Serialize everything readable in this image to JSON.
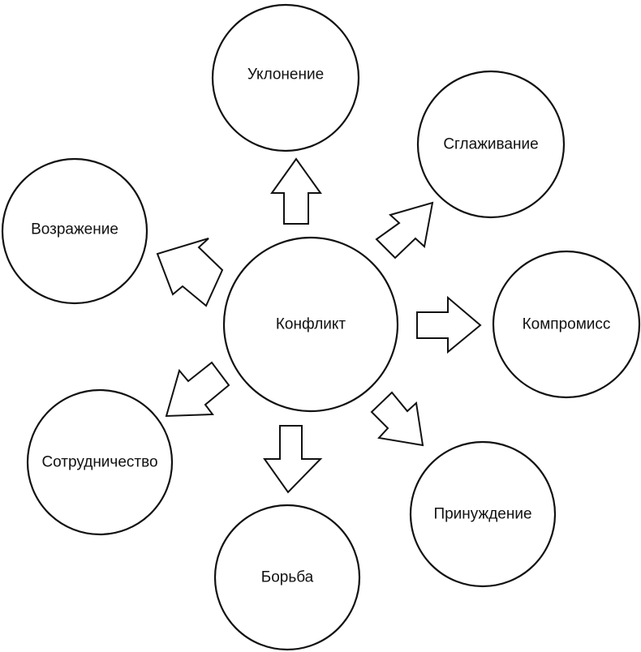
{
  "diagram": {
    "center": {
      "label": "Конфликт"
    },
    "outcomes": [
      {
        "id": "uklonenie",
        "label": "Уклонение"
      },
      {
        "id": "sglazhivanie",
        "label": "Сглаживание"
      },
      {
        "id": "kompromiss",
        "label": "Компромисс"
      },
      {
        "id": "prinuzhdenie",
        "label": "Принуждение"
      },
      {
        "id": "borba",
        "label": "Борьба"
      },
      {
        "id": "sotrudnichestvo",
        "label": "Сотрудничество"
      },
      {
        "id": "vozrazhenie",
        "label": "Возражение"
      }
    ]
  }
}
